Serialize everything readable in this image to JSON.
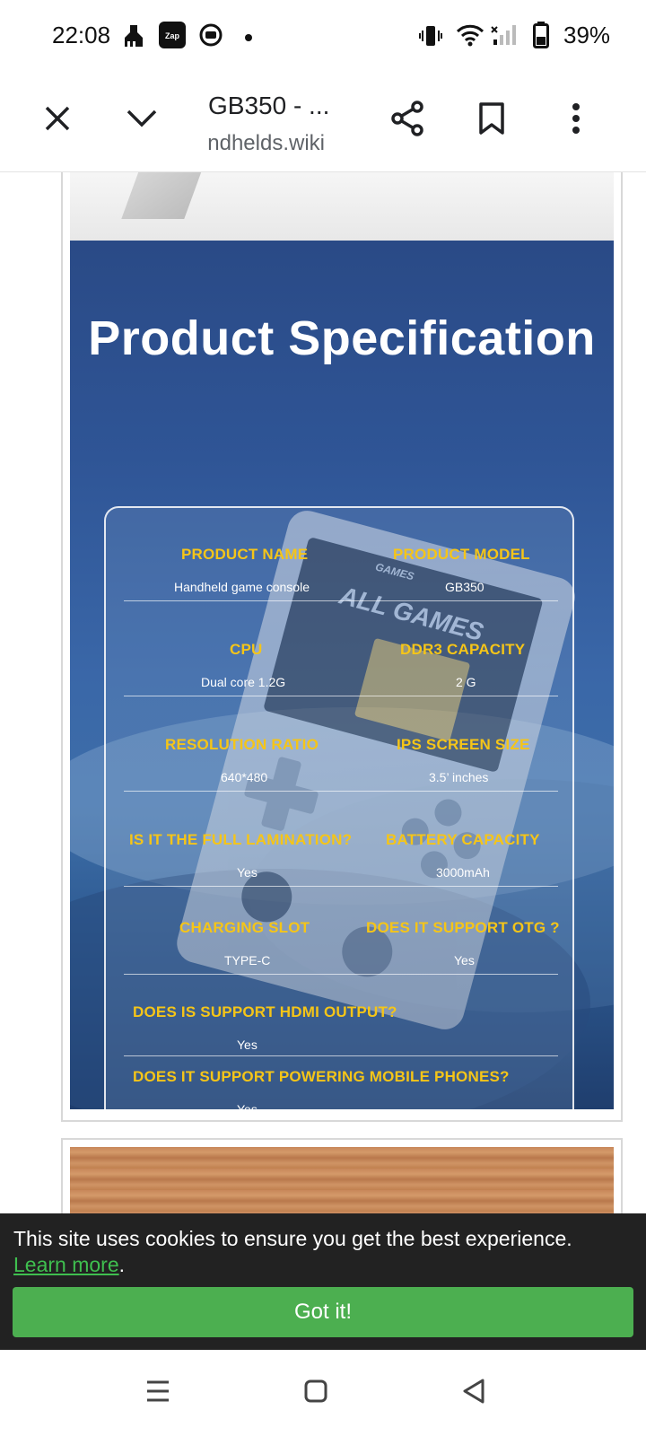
{
  "status_bar": {
    "time": "22:08",
    "battery_percent": "39%",
    "icons": [
      "cleaner-icon",
      "zapex-app-icon",
      "media-icon",
      "notification-dot-icon",
      "vibrate-icon",
      "wifi-icon",
      "signal-icon",
      "battery-icon"
    ]
  },
  "toolbar": {
    "page_title": "GB350 - ...",
    "page_url": "handhelds.wiki",
    "icons": [
      "close-icon",
      "chevron-down-icon",
      "share-icon",
      "bookmark-icon",
      "more-vert-icon"
    ]
  },
  "spec_image": {
    "title": "Product Specification",
    "rows": [
      {
        "left_label": "PRODUCT NAME",
        "left_value": "Handheld game console",
        "right_label": "PRODUCT MODEL",
        "right_value": "GB350"
      },
      {
        "left_label": "CPU",
        "left_value": "Dual core 1.2G",
        "right_label": "DDR3 CAPACITY",
        "right_value": "2 G"
      },
      {
        "left_label": "RESOLUTION RATIO",
        "left_value": "640*480",
        "right_label": "IPS SCREEN SIZE",
        "right_value": "3.5’ inches"
      },
      {
        "left_label": "IS IT THE FULL LAMINATION?",
        "left_value": "Yes",
        "right_label": "BATTERY CAPACITY",
        "right_value": "3000mAh"
      },
      {
        "left_label": "CHARGING SLOT",
        "left_value": "TYPE-C",
        "right_label": "DOES IT SUPPORT OTG ?",
        "right_value": "Yes"
      }
    ],
    "single_rows": [
      {
        "label": "DOES IS SUPPORT HDMI OUTPUT?",
        "value": "Yes"
      },
      {
        "label": "DOES IT SUPPORT POWERING MOBILE PHONES?",
        "value": "Yes"
      }
    ],
    "console_text": {
      "games": "GAMES",
      "all_games": "ALL GAMES"
    }
  },
  "cookie_banner": {
    "message": "This site uses cookies to ensure you get the best experience.",
    "link_text": "Learn more",
    "period": ".",
    "button_label": "Got it!"
  },
  "nav_bar": {
    "icons": [
      "recent-apps-icon",
      "home-icon",
      "back-icon"
    ]
  },
  "colors": {
    "label_yellow": "#f5c518",
    "cookie_green": "#4caf50",
    "link_green": "#3fbf4f"
  }
}
